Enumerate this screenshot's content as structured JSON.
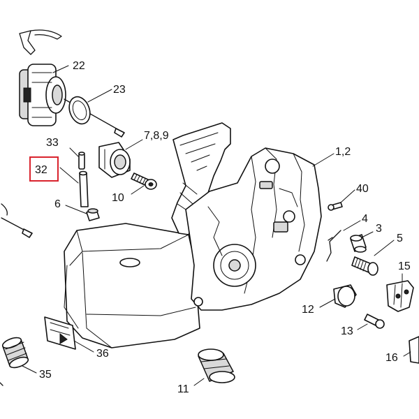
{
  "highlight_label": "32",
  "callouts": {
    "c22": "22",
    "c23": "23",
    "c789": "7,8,9",
    "c33": "33",
    "c32": "32",
    "c10": "10",
    "c12x": "1,2",
    "c40": "40",
    "c6": "6",
    "c4": "4",
    "c3": "3",
    "c5": "5",
    "c15": "15",
    "c12": "12",
    "c13": "13",
    "c36": "36",
    "c35": "35",
    "c16": "16",
    "c11": "11"
  }
}
